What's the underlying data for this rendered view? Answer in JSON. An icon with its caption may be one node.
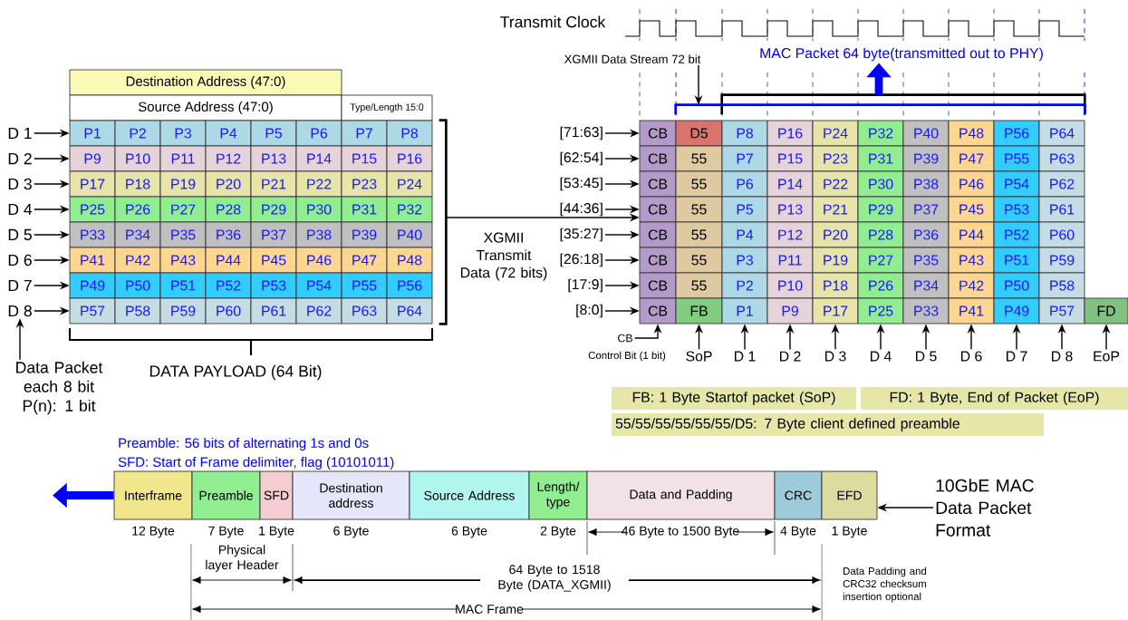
{
  "diagram": {
    "nodes": [
      {
        "text": [
          "Destination Address (47:0)"
        ]
      },
      {
        "text": [
          "Source Address (47:0)"
        ]
      },
      {
        "text": [
          "Type/Length 15:0"
        ]
      },
      {
        "text": [
          "P1"
        ]
      },
      {
        "text": [
          "P2"
        ]
      },
      {
        "text": [
          "P3"
        ]
      },
      {
        "text": [
          "P4"
        ]
      },
      {
        "text": [
          "P5"
        ]
      },
      {
        "text": [
          "P6"
        ]
      },
      {
        "text": [
          "P7"
        ]
      },
      {
        "text": [
          "P8"
        ]
      },
      {
        "text": [
          "P9"
        ]
      },
      {
        "text": [
          "P10"
        ]
      },
      {
        "text": [
          "P11"
        ]
      },
      {
        "text": [
          "P12"
        ]
      },
      {
        "text": [
          "P13"
        ]
      },
      {
        "text": [
          "P14"
        ]
      },
      {
        "text": [
          "P15"
        ]
      },
      {
        "text": [
          "P16"
        ]
      },
      {
        "text": [
          "P17"
        ]
      },
      {
        "text": [
          "P18"
        ]
      },
      {
        "text": [
          "P19"
        ]
      },
      {
        "text": [
          "P20"
        ]
      },
      {
        "text": [
          "P21"
        ]
      },
      {
        "text": [
          "P22"
        ]
      },
      {
        "text": [
          "P23"
        ]
      },
      {
        "text": [
          "P24"
        ]
      },
      {
        "text": [
          "P25"
        ]
      },
      {
        "text": [
          "P26"
        ]
      },
      {
        "text": [
          "P27"
        ]
      },
      {
        "text": [
          "P28"
        ]
      },
      {
        "text": [
          "P29"
        ]
      },
      {
        "text": [
          "P30"
        ]
      },
      {
        "text": [
          "P31"
        ]
      },
      {
        "text": [
          "P32"
        ]
      },
      {
        "text": [
          "P33"
        ]
      },
      {
        "text": [
          "P34"
        ]
      },
      {
        "text": [
          "P35"
        ]
      },
      {
        "text": [
          "P36"
        ]
      },
      {
        "text": [
          "P37"
        ]
      },
      {
        "text": [
          "P38"
        ]
      },
      {
        "text": [
          "P39"
        ]
      },
      {
        "text": [
          "P40"
        ]
      },
      {
        "text": [
          "P41"
        ]
      },
      {
        "text": [
          "P42"
        ]
      },
      {
        "text": [
          "P43"
        ]
      },
      {
        "text": [
          "P44"
        ]
      },
      {
        "text": [
          "P45"
        ]
      },
      {
        "text": [
          "P46"
        ]
      },
      {
        "text": [
          "P47"
        ]
      },
      {
        "text": [
          "P48"
        ]
      },
      {
        "text": [
          "P49"
        ]
      },
      {
        "text": [
          "P50"
        ]
      },
      {
        "text": [
          "P51"
        ]
      },
      {
        "text": [
          "P52"
        ]
      },
      {
        "text": [
          "P53"
        ]
      },
      {
        "text": [
          "P54"
        ]
      },
      {
        "text": [
          "P55"
        ]
      },
      {
        "text": [
          "P56"
        ]
      },
      {
        "text": [
          "P57"
        ]
      },
      {
        "text": [
          "P58"
        ]
      },
      {
        "text": [
          "P59"
        ]
      },
      {
        "text": [
          "P60"
        ]
      },
      {
        "text": [
          "P61"
        ]
      },
      {
        "text": [
          "P62"
        ]
      },
      {
        "text": [
          "P63"
        ]
      },
      {
        "text": [
          "P64"
        ]
      },
      {
        "text": [
          "D 1"
        ]
      },
      {
        "text": [
          "D 2"
        ]
      },
      {
        "text": [
          "D 3"
        ]
      },
      {
        "text": [
          "D 4"
        ]
      },
      {
        "text": [
          "D 5"
        ]
      },
      {
        "text": [
          "D 6"
        ]
      },
      {
        "text": [
          "D 7"
        ]
      },
      {
        "text": [
          "D 8"
        ]
      },
      {
        "text": [
          "Data Packet each 8 bit",
          "P(n): 1 bit"
        ]
      },
      {
        "text": [
          "XGMII Data Stream 72 bit"
        ]
      },
      {
        "text": [
          "MAC Packet 64 byte(transmitted out to PHY)"
        ]
      },
      {
        "text": [
          "[71:63]"
        ]
      },
      {
        "text": [
          "[62:54]"
        ]
      },
      {
        "text": [
          "[53:45]"
        ]
      },
      {
        "text": [
          "[44:36]"
        ]
      },
      {
        "text": [
          "[35:27]"
        ]
      },
      {
        "text": [
          "[26:18]"
        ]
      },
      {
        "text": [
          "[17:9]"
        ]
      },
      {
        "text": [
          "[8:0]"
        ]
      },
      {
        "text": [
          "CB"
        ]
      },
      {
        "text": [
          "D5"
        ]
      },
      {
        "text": [
          "P8"
        ]
      },
      {
        "text": [
          "P16"
        ]
      },
      {
        "text": [
          "P24"
        ]
      },
      {
        "text": [
          "P32"
        ]
      },
      {
        "text": [
          "P40"
        ]
      },
      {
        "text": [
          "P48"
        ]
      },
      {
        "text": [
          "P56"
        ]
      },
      {
        "text": [
          "P64"
        ]
      },
      {
        "text": [
          "CB"
        ]
      },
      {
        "text": [
          "55"
        ]
      },
      {
        "text": [
          "P7"
        ]
      },
      {
        "text": [
          "P15"
        ]
      },
      {
        "text": [
          "P23"
        ]
      },
      {
        "text": [
          "P31"
        ]
      },
      {
        "text": [
          "P39"
        ]
      },
      {
        "text": [
          "P47"
        ]
      },
      {
        "text": [
          "P55"
        ]
      },
      {
        "text": [
          "P63"
        ]
      },
      {
        "text": [
          "CB"
        ]
      },
      {
        "text": [
          "55"
        ]
      },
      {
        "text": [
          "P6"
        ]
      },
      {
        "text": [
          "P14"
        ]
      },
      {
        "text": [
          "P22"
        ]
      },
      {
        "text": [
          "P30"
        ]
      },
      {
        "text": [
          "P38"
        ]
      },
      {
        "text": [
          "P46"
        ]
      },
      {
        "text": [
          "P54"
        ]
      },
      {
        "text": [
          "P62"
        ]
      },
      {
        "text": [
          "CB"
        ]
      },
      {
        "text": [
          "55"
        ]
      },
      {
        "text": [
          "P5"
        ]
      },
      {
        "text": [
          "P13"
        ]
      },
      {
        "text": [
          "P21"
        ]
      },
      {
        "text": [
          "P29"
        ]
      },
      {
        "text": [
          "P37"
        ]
      },
      {
        "text": [
          "P45"
        ]
      },
      {
        "text": [
          "P53"
        ]
      },
      {
        "text": [
          "P61"
        ]
      },
      {
        "text": [
          "CB"
        ]
      },
      {
        "text": [
          "55"
        ]
      },
      {
        "text": [
          "P4"
        ]
      },
      {
        "text": [
          "P12"
        ]
      },
      {
        "text": [
          "P20"
        ]
      },
      {
        "text": [
          "P28"
        ]
      },
      {
        "text": [
          "P36"
        ]
      },
      {
        "text": [
          "P44"
        ]
      },
      {
        "text": [
          "P52"
        ]
      },
      {
        "text": [
          "P60"
        ]
      },
      {
        "text": [
          "CB"
        ]
      },
      {
        "text": [
          "55"
        ]
      },
      {
        "text": [
          "P3"
        ]
      },
      {
        "text": [
          "P11"
        ]
      },
      {
        "text": [
          "P19"
        ]
      },
      {
        "text": [
          "P27"
        ]
      },
      {
        "text": [
          "P35"
        ]
      },
      {
        "text": [
          "P43"
        ]
      },
      {
        "text": [
          "P51"
        ]
      },
      {
        "text": [
          "P59"
        ]
      },
      {
        "text": [
          "CB"
        ]
      },
      {
        "text": [
          "55"
        ]
      },
      {
        "text": [
          "P2"
        ]
      },
      {
        "text": [
          "P10"
        ]
      },
      {
        "text": [
          "P18"
        ]
      },
      {
        "text": [
          "P26"
        ]
      },
      {
        "text": [
          "P34"
        ]
      },
      {
        "text": [
          "P42"
        ]
      },
      {
        "text": [
          "P50"
        ]
      },
      {
        "text": [
          "P58"
        ]
      },
      {
        "text": [
          "CB"
        ]
      },
      {
        "text": [
          "FB"
        ]
      },
      {
        "text": [
          "P1"
        ]
      },
      {
        "text": [
          "P9"
        ]
      },
      {
        "text": [
          "P17"
        ]
      },
      {
        "text": [
          "P25"
        ]
      },
      {
        "text": [
          "P33"
        ]
      },
      {
        "text": [
          "P41"
        ]
      },
      {
        "text": [
          "P49"
        ]
      },
      {
        "text": [
          "P57"
        ]
      },
      {
        "text": [
          "FD"
        ]
      },
      {
        "text": [
          "CB"
        ],
        "beside": [
          "Control Bit (1 bit)"
        ]
      },
      {
        "text": [
          "SoP"
        ]
      },
      {
        "text": [
          "D 1"
        ]
      },
      {
        "text": [
          "D 2"
        ]
      },
      {
        "text": [
          "D 3"
        ]
      },
      {
        "text": [
          "D 4"
        ]
      },
      {
        "text": [
          "D 5"
        ]
      },
      {
        "text": [
          "D 6"
        ]
      },
      {
        "text": [
          "D 7"
        ]
      },
      {
        "text": [
          "D 8"
        ]
      },
      {
        "text": [
          "EoP"
        ]
      },
      {
        "text": [
          "FB: 1 Byte Startof packet (SoP)"
        ]
      },
      {
        "text": [
          "FD: 1 Byte, End of Packet (EoP)"
        ]
      },
      {
        "text": [
          "55/55/55/55/55/55/D5: 7 Byte client defined preamble"
        ]
      },
      {
        "text": [
          "Interframe"
        ],
        "beside": [
          "12 Byte"
        ]
      },
      {
        "text": [
          "Preamble"
        ],
        "beside": [
          "7 Byte"
        ]
      },
      {
        "text": [
          "SFD"
        ],
        "beside": [
          "1 Byte"
        ]
      },
      {
        "text": [
          "Destination address"
        ],
        "beside": [
          "6 Byte"
        ]
      },
      {
        "text": [
          "Source Address"
        ],
        "beside": [
          "6 Byte"
        ]
      },
      {
        "text": [
          "Length/ type"
        ],
        "beside": [
          "2 Byte"
        ]
      },
      {
        "text": [
          "Data and Padding"
        ]
      },
      {
        "text": [
          "CRC"
        ],
        "beside": [
          "4 Byte"
        ]
      },
      {
        "text": [
          "EFD"
        ],
        "beside": [
          "1 Byte"
        ]
      },
      {
        "text": [
          "10GbE MAC Data Packet Format"
        ]
      },
      {
        "text": [],
        "shape": "bracket"
      },
      {
        "text": [],
        "shape": "bracket"
      },
      {
        "text": [],
        "shape": "bracket"
      }
    ],
    "edges": [
      {
        "from": 67,
        "to": 3,
        "arrow": "to"
      },
      {
        "from": 68,
        "to": 11,
        "arrow": "to"
      },
      {
        "from": 69,
        "to": 19,
        "arrow": "to"
      },
      {
        "from": 70,
        "to": 27,
        "arrow": "to"
      },
      {
        "from": 71,
        "to": 35,
        "arrow": "to"
      },
      {
        "from": 72,
        "to": 43,
        "arrow": "to"
      },
      {
        "from": 73,
        "to": 51,
        "arrow": "to"
      },
      {
        "from": 74,
        "to": 59,
        "arrow": "to"
      },
      {
        "from": 75,
        "to": 74,
        "arrow": "to"
      },
      {
        "from": 193,
        "to": 116,
        "arrow": "to",
        "label": "XGMII Transmit Data (72 bits)"
      },
      {
        "from": 76,
        "to": 192,
        "arrow": "to"
      },
      {
        "from": 191,
        "to": 77,
        "arrow": "to",
        "style": "thick",
        "color": "#0000ff"
      },
      {
        "from": 78,
        "to": 86,
        "arrow": "to"
      },
      {
        "from": 79,
        "to": 96,
        "arrow": "to"
      },
      {
        "from": 80,
        "to": 106,
        "arrow": "to"
      },
      {
        "from": 81,
        "to": 116,
        "arrow": "to"
      },
      {
        "from": 82,
        "to": 126,
        "arrow": "to"
      },
      {
        "from": 83,
        "to": 136,
        "arrow": "to"
      },
      {
        "from": 84,
        "to": 146,
        "arrow": "to"
      },
      {
        "from": 85,
        "to": 156,
        "arrow": "to"
      },
      {
        "from": 167,
        "to": 156,
        "arrow": "to"
      },
      {
        "from": 168,
        "to": 157,
        "arrow": "to"
      },
      {
        "from": 169,
        "to": 158,
        "arrow": "to"
      },
      {
        "from": 170,
        "to": 159,
        "arrow": "to"
      },
      {
        "from": 171,
        "to": 160,
        "arrow": "to"
      },
      {
        "from": 172,
        "to": 161,
        "arrow": "to"
      },
      {
        "from": 173,
        "to": 162,
        "arrow": "to"
      },
      {
        "from": 174,
        "to": 163,
        "arrow": "to"
      },
      {
        "from": 175,
        "to": 164,
        "arrow": "to"
      },
      {
        "from": 176,
        "to": 165,
        "arrow": "to"
      },
      {
        "from": 177,
        "to": 166,
        "arrow": "to"
      },
      {
        "from": 181,
        "to": null,
        "arrow": "to",
        "style": "thick",
        "color": "#0000ff"
      },
      {
        "from": 190,
        "to": 189,
        "arrow": "to"
      }
    ],
    "labels": [
      "Transmit Clock",
      "DATA PAYLOAD (64 Bit)",
      "Preamble: 56 bits of alternating 1s and 0s",
      "SFD: Start of Frame delimiter, flag (10101011)",
      "46 Byte to 1500 Byte",
      "Physical layer Header",
      "64 Byte to 1518 Byte (DATA_XGMII)",
      "MAC Frame",
      "Data Padding and CRC32 checksum insertion optional"
    ]
  }
}
